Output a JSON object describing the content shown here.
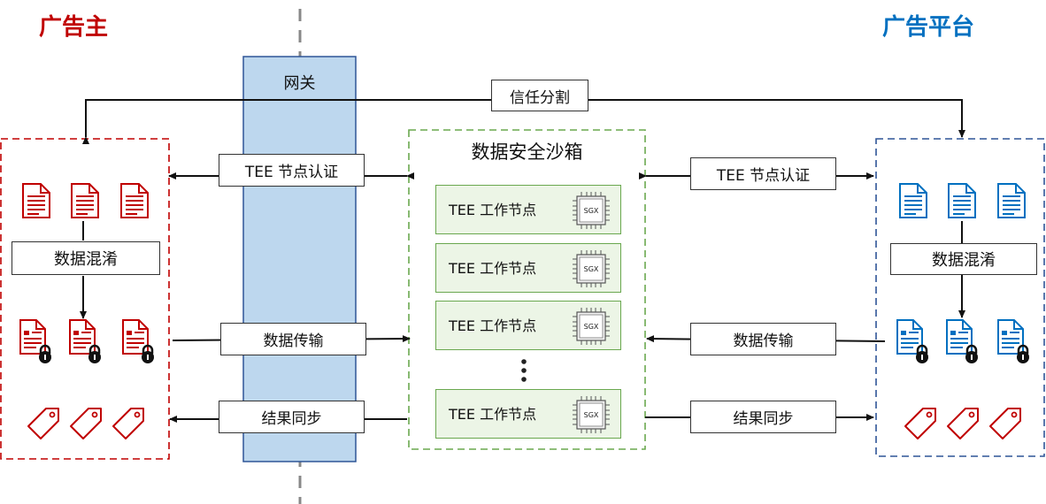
{
  "advertiser": {
    "title": "广告主",
    "color": "#c00000"
  },
  "platform": {
    "title": "广告平台",
    "color": "#0070c0"
  },
  "gateway": {
    "label": "网关",
    "fill": "#bdd7ee"
  },
  "trust_split": {
    "label": "信任分割"
  },
  "sandbox": {
    "title": "数据安全沙箱",
    "nodes": [
      {
        "label": "TEE 工作节点",
        "chip": "SGX"
      },
      {
        "label": "TEE 工作节点",
        "chip": "SGX"
      },
      {
        "label": "TEE 工作节点",
        "chip": "SGX"
      },
      {
        "label": "TEE 工作节点",
        "chip": "SGX"
      }
    ]
  },
  "left_labels": {
    "auth": "TEE 节点认证",
    "transfer": "数据传输",
    "sync": "结果同步",
    "obfuscate": "数据混淆"
  },
  "right_labels": {
    "auth": "TEE 节点认证",
    "transfer": "数据传输",
    "sync": "结果同步",
    "obfuscate": "数据混淆"
  }
}
